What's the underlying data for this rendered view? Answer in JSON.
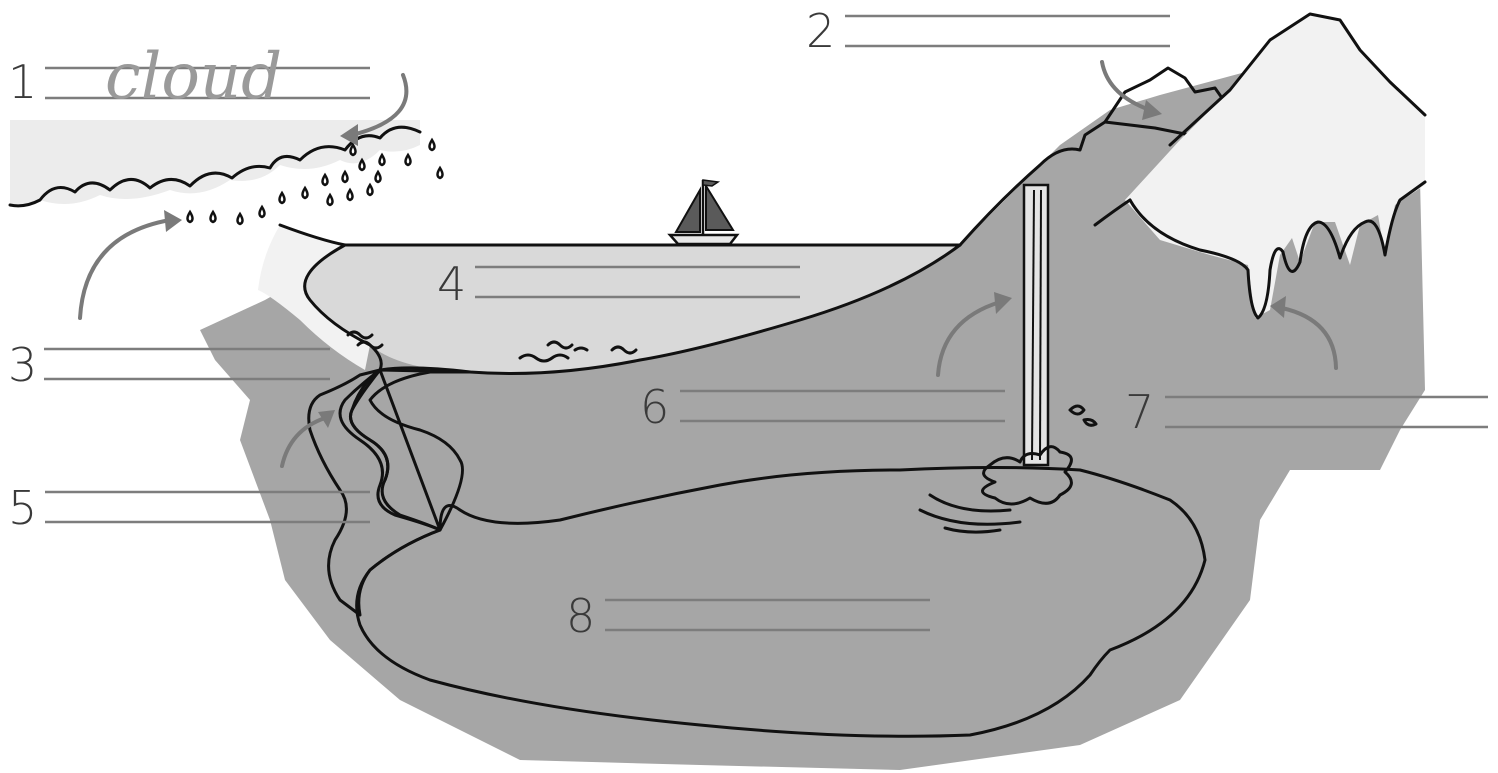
{
  "labels": [
    {
      "number": "1",
      "answer": "cloud"
    },
    {
      "number": "2",
      "answer": ""
    },
    {
      "number": "3",
      "answer": ""
    },
    {
      "number": "4",
      "answer": ""
    },
    {
      "number": "5",
      "answer": ""
    },
    {
      "number": "6",
      "answer": ""
    },
    {
      "number": "7",
      "answer": ""
    },
    {
      "number": "8",
      "answer": ""
    }
  ],
  "colors": {
    "land": "#a6a6a6",
    "water": "#d9d9d9",
    "snow": "#f2f2f2",
    "label_lines": "#7d7d7d",
    "arrows": "#7a7a7a"
  }
}
